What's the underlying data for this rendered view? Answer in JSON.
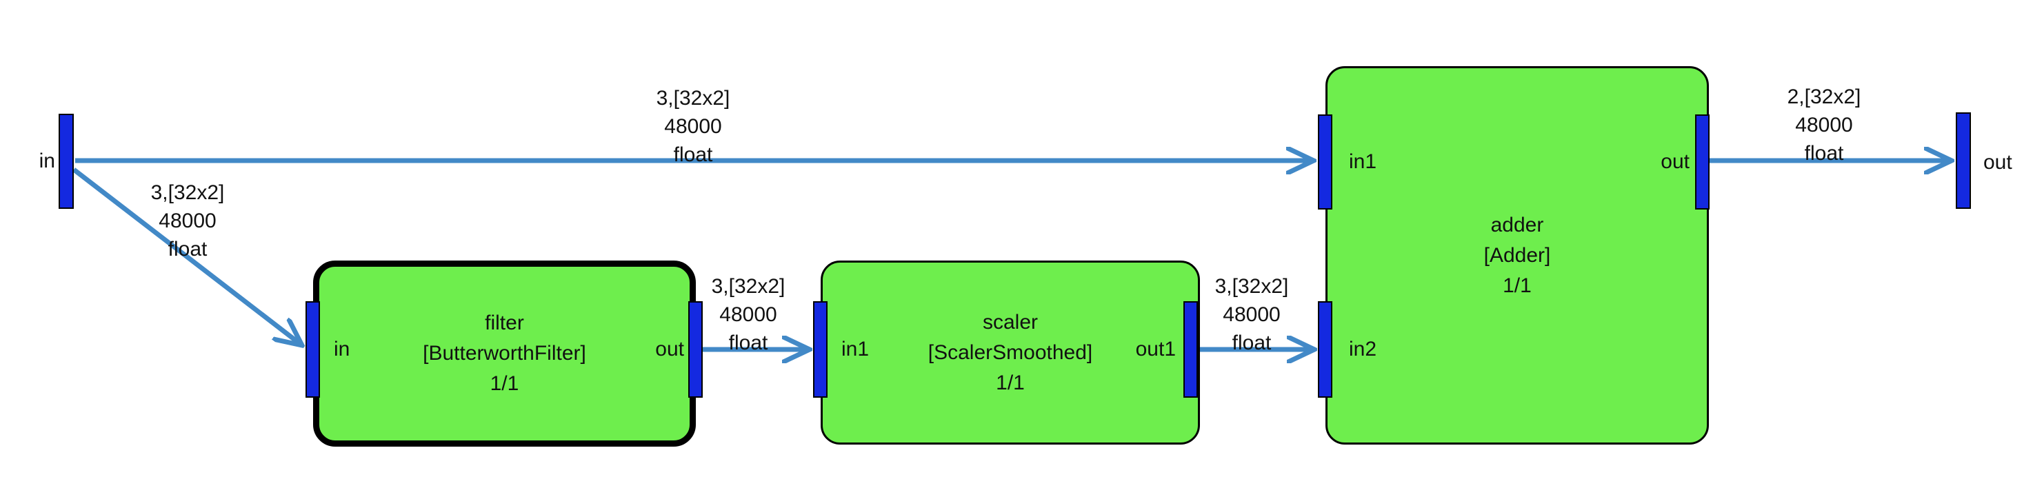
{
  "diagram": {
    "external_ports": [
      {
        "id": "in",
        "label": "in"
      },
      {
        "id": "out",
        "label": "out"
      }
    ],
    "nodes": [
      {
        "id": "filter",
        "name": "filter",
        "type": "[ButterworthFilter]",
        "count": "1/1",
        "ports": [
          {
            "label": "in"
          },
          {
            "label": "out"
          }
        ]
      },
      {
        "id": "scaler",
        "name": "scaler",
        "type": "[ScalerSmoothed]",
        "count": "1/1",
        "ports": [
          {
            "label": "in1"
          },
          {
            "label": "out1"
          }
        ]
      },
      {
        "id": "adder",
        "name": "adder",
        "type": "[Adder]",
        "count": "1/1",
        "ports": [
          {
            "label": "in1"
          },
          {
            "label": "in2"
          },
          {
            "label": "out"
          }
        ]
      }
    ],
    "edges": [
      {
        "from": "in",
        "to": "adder.in1",
        "label_lines": [
          "3,[32x2]",
          "48000",
          "float"
        ]
      },
      {
        "from": "in",
        "to": "filter.in",
        "label_lines": [
          "3,[32x2]",
          "48000",
          "float"
        ]
      },
      {
        "from": "filter.out",
        "to": "scaler.in1",
        "label_lines": [
          "3,[32x2]",
          "48000",
          "float"
        ]
      },
      {
        "from": "scaler.out1",
        "to": "adder.in2",
        "label_lines": [
          "3,[32x2]",
          "48000",
          "float"
        ]
      },
      {
        "from": "adder.out",
        "to": "out",
        "label_lines": [
          "2,[32x2]",
          "48000",
          "float"
        ]
      }
    ],
    "colors": {
      "node_fill": "#6eee4d",
      "port_fill": "#1429e0",
      "edge": "#4289c7",
      "border": "#000000"
    }
  }
}
